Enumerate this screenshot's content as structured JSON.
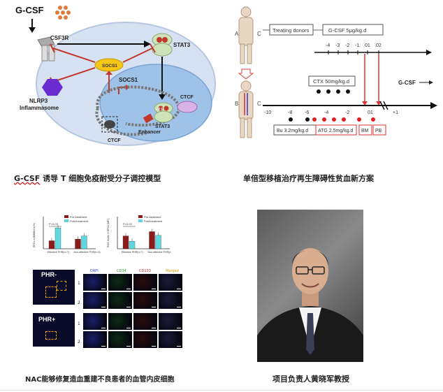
{
  "figure1": {
    "gcsf": "G-CSF",
    "csf3r": "CSF3R",
    "socs1_top": "SOCS1",
    "socs1_nuc": "SOCS1",
    "stat3_top": "STAT3",
    "stat3_nuc": "STAT3",
    "nlrp3": "NLRP3",
    "inflammasome": "Inflammasome",
    "ctcf_right": "CTCF",
    "ctcf_left": "CTCF",
    "enhancer": "Enhancer",
    "pp": "P P",
    "caption_prefix": "G-CSF",
    "caption_rest": " 诱导 T 细胞免疫耐受分子调控模型"
  },
  "figure2": {
    "label_a": "A",
    "label_c1": "C",
    "label_b": "B",
    "label_c2": "C",
    "treating_donors": "Treating donors",
    "gcsf_dose": "G-CSF 5μg/kg.d",
    "top_ticks": [
      "-4",
      "-3",
      "-2",
      "-1",
      "01",
      "02"
    ],
    "gcsf_arrow": "G-CSF",
    "ctx": "CTX  50mg/kg.d",
    "bottom_ticks": [
      "-10",
      "-8",
      "-6",
      "-4",
      "-2",
      "01",
      "+1"
    ],
    "bu": "Bu  3.2mg/kg.d",
    "atg": "ATG 2.5mg/kg.d",
    "bm": "BM",
    "pb": "PB",
    "caption": "单倍型移植治疗再生障碍性贫血新方案"
  },
  "figure3": {
    "legend_pre": "Pre-treatment",
    "legend_post": "Post-treatment",
    "chart1_ylabel": "EPCs in BMMNCs(%)",
    "chart1_sig": "P=0.03",
    "chart1_cats": [
      "Effective PHR(n=7)",
      "Non-effective PHR(n=5)"
    ],
    "chart2_ylabel": "ROS levels in EPCs (MFI)",
    "chart2_sig": "P=0.02",
    "chart2_cats": [
      "Effective PHR(n=7)",
      "Non-effective PHR(n=5)"
    ],
    "micro_cols": [
      "DAPI",
      "CD34",
      "CD133",
      "Merged"
    ],
    "phr_minus": "PHR-",
    "phr_plus": "PHR+",
    "row_nums": [
      "1",
      "2",
      "1",
      "2"
    ],
    "caption": "NAC能够修复造血重建不良患者的血管内皮细胞"
  },
  "figure4": {
    "caption": "项目负责人黄晓军教授"
  },
  "chart_data": [
    {
      "type": "bar",
      "categories": [
        "Effective PHR(n=7)",
        "Non-effective PHR(n=5)"
      ],
      "series": [
        {
          "name": "Pre-treatment",
          "values": [
            0.05,
            0.06
          ]
        },
        {
          "name": "Post-treatment",
          "values": [
            0.13,
            0.08
          ]
        }
      ],
      "ylabel": "EPCs in BMMNCs(%)",
      "ylim": [
        0,
        0.2
      ],
      "annotation": "P=0.03"
    },
    {
      "type": "bar",
      "categories": [
        "Effective PHR(n=7)",
        "Non-effective PHR(n=5)"
      ],
      "series": [
        {
          "name": "Pre-treatment",
          "values": [
            1200,
            1600
          ]
        },
        {
          "name": "Post-treatment",
          "values": [
            700,
            1250
          ]
        }
      ],
      "ylabel": "ROS levels in EPCs (MFI)",
      "ylim": [
        0,
        3000
      ],
      "annotation": "P=0.02"
    }
  ],
  "colors": {
    "dark_red": "#8b1a1a",
    "cyan": "#5fd6e0",
    "bright_red": "#e02020",
    "purple": "#6a2bd0",
    "stat_green": "#cfe3b8"
  }
}
